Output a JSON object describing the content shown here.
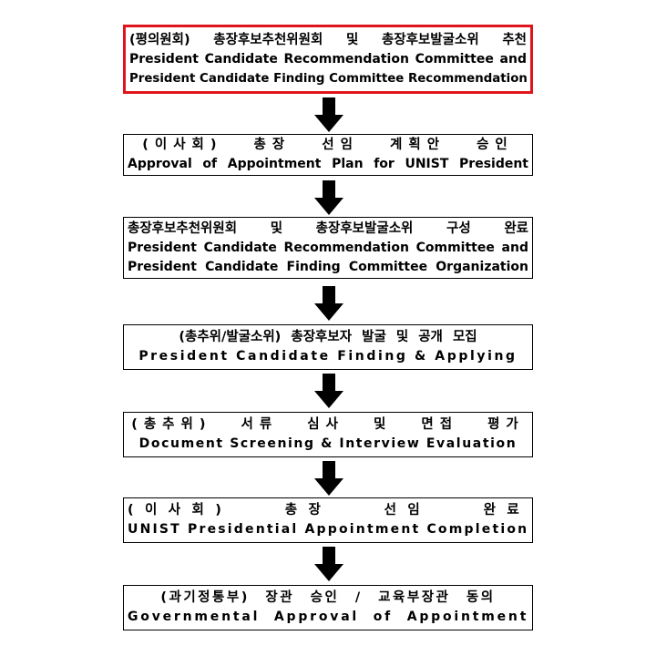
{
  "steps": [
    {
      "ko": "(평의원회) 총장후보추천위원회 및 총장후보발굴소위 추천",
      "en": [
        "President Candidate Recommendation Committee and",
        "President Candidate Finding Committee Recommendation"
      ],
      "highlighted": true
    },
    {
      "ko": "(이사회) 총장 선임 계획안 승인",
      "en": [
        "Approval of Appointment Plan for UNIST President"
      ]
    },
    {
      "ko": "총장후보추천위원회 및 총장후보발굴소위 구성 완료",
      "en": [
        "President Candidate Recommendation Committee and",
        "President Candidate Finding Committee Organization"
      ]
    },
    {
      "ko": "(총추위/발굴소위) 총장후보자 발굴 및 공개 모집",
      "en": [
        "President Candidate Finding & Applying"
      ]
    },
    {
      "ko": "(총추위) 서류 심사 및 면접 평가",
      "en": [
        "Document Screening & Interview Evaluation"
      ]
    },
    {
      "ko": "(이사회) 총장 선임 완료",
      "en": [
        "UNIST Presidential Appointment Completion"
      ]
    },
    {
      "ko": "(과기정통부) 장관 승인 / 교육부장관 동의",
      "en": [
        "Governmental Approval of Appointment"
      ]
    }
  ],
  "colors": {
    "highlight_border": "#e0151b",
    "box_border": "#000000",
    "arrow": "#000000"
  },
  "icons": {
    "arrow": "arrow-down-icon"
  }
}
